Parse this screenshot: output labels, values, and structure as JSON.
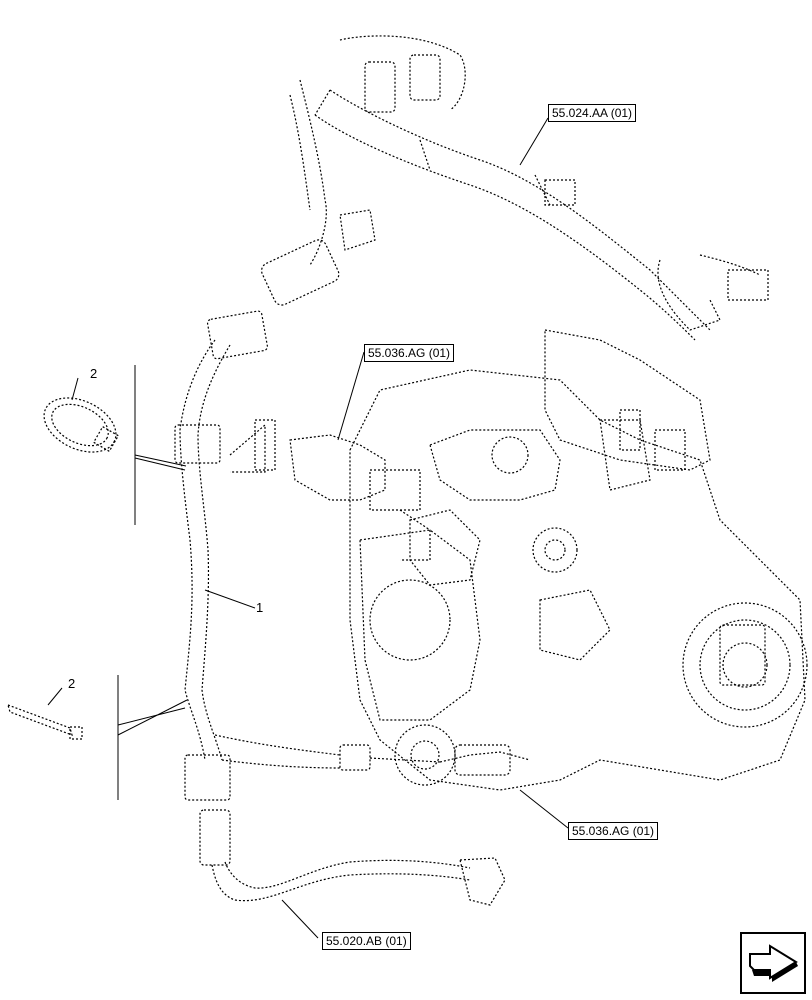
{
  "references": [
    {
      "id": "ref-55-024",
      "text": "55.024.AA (01)"
    },
    {
      "id": "ref-55-036-top",
      "text": "55.036.AG (01)"
    },
    {
      "id": "ref-55-036-bottom",
      "text": "55.036.AG (01)"
    },
    {
      "id": "ref-55-020",
      "text": "55.020.AB (01)"
    }
  ],
  "callouts": [
    {
      "id": "item-2-clamp",
      "text": "2"
    },
    {
      "id": "item-1-harness",
      "text": "1"
    },
    {
      "id": "item-2-tie",
      "text": "2"
    }
  ],
  "nav": {
    "icon": "next-page-arrow-icon"
  }
}
